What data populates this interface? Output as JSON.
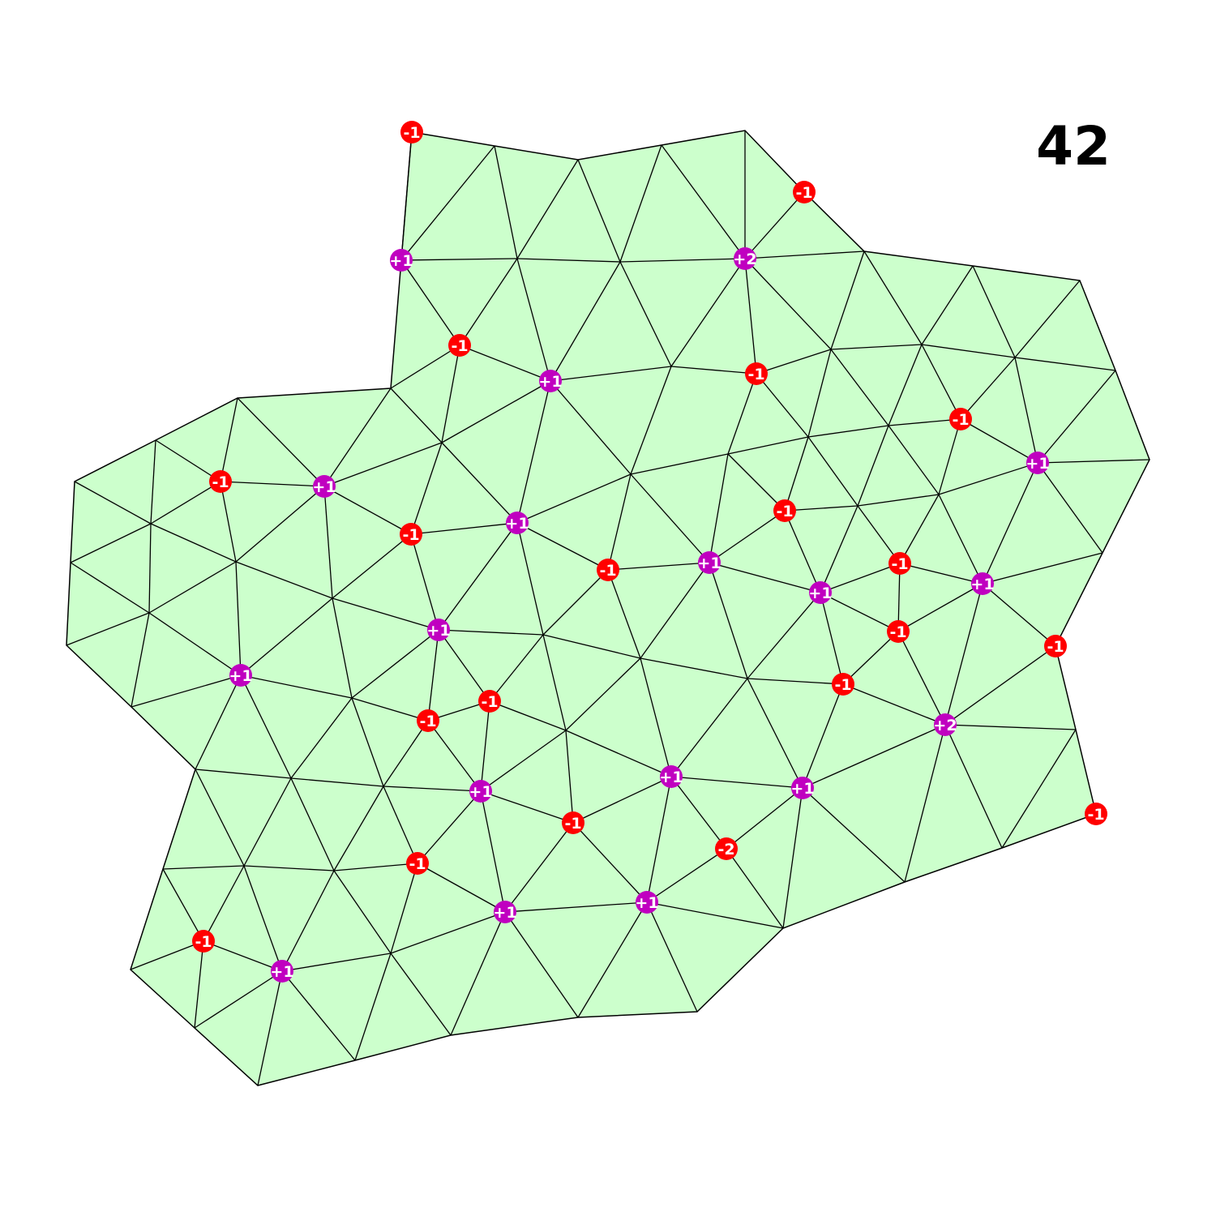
{
  "figure_number": "42",
  "colors": {
    "background": "#ffffff",
    "mesh_fill": "#ccffcc",
    "edge": "#000000",
    "negative_marker": "#ff0000",
    "positive_marker": "#c000c0",
    "marker_text": "#ffffff"
  },
  "markers": [
    {
      "label": "-1"
    },
    {
      "label": "-1"
    },
    {
      "label": "+1"
    },
    {
      "label": "+2"
    },
    {
      "label": "-1"
    },
    {
      "label": "+1"
    },
    {
      "label": "-1"
    },
    {
      "label": "-1"
    },
    {
      "label": "+1"
    },
    {
      "label": "-1"
    },
    {
      "label": "+1"
    },
    {
      "label": "-1"
    },
    {
      "label": "+1"
    },
    {
      "label": "-1"
    },
    {
      "label": "+1"
    },
    {
      "label": "-1"
    },
    {
      "label": "+1"
    },
    {
      "label": "-1"
    },
    {
      "label": "+1"
    },
    {
      "label": "+1"
    },
    {
      "label": "-1"
    },
    {
      "label": "-1"
    },
    {
      "label": "-1"
    },
    {
      "label": "-1"
    },
    {
      "label": "+2"
    },
    {
      "label": "+1"
    },
    {
      "label": "+1"
    },
    {
      "label": "+1"
    },
    {
      "label": "-1"
    },
    {
      "label": "-1"
    },
    {
      "label": "-2"
    },
    {
      "label": "-1"
    },
    {
      "label": "+1"
    },
    {
      "label": "+1"
    },
    {
      "label": "+1"
    },
    {
      "label": "-1"
    },
    {
      "label": "+1"
    }
  ]
}
